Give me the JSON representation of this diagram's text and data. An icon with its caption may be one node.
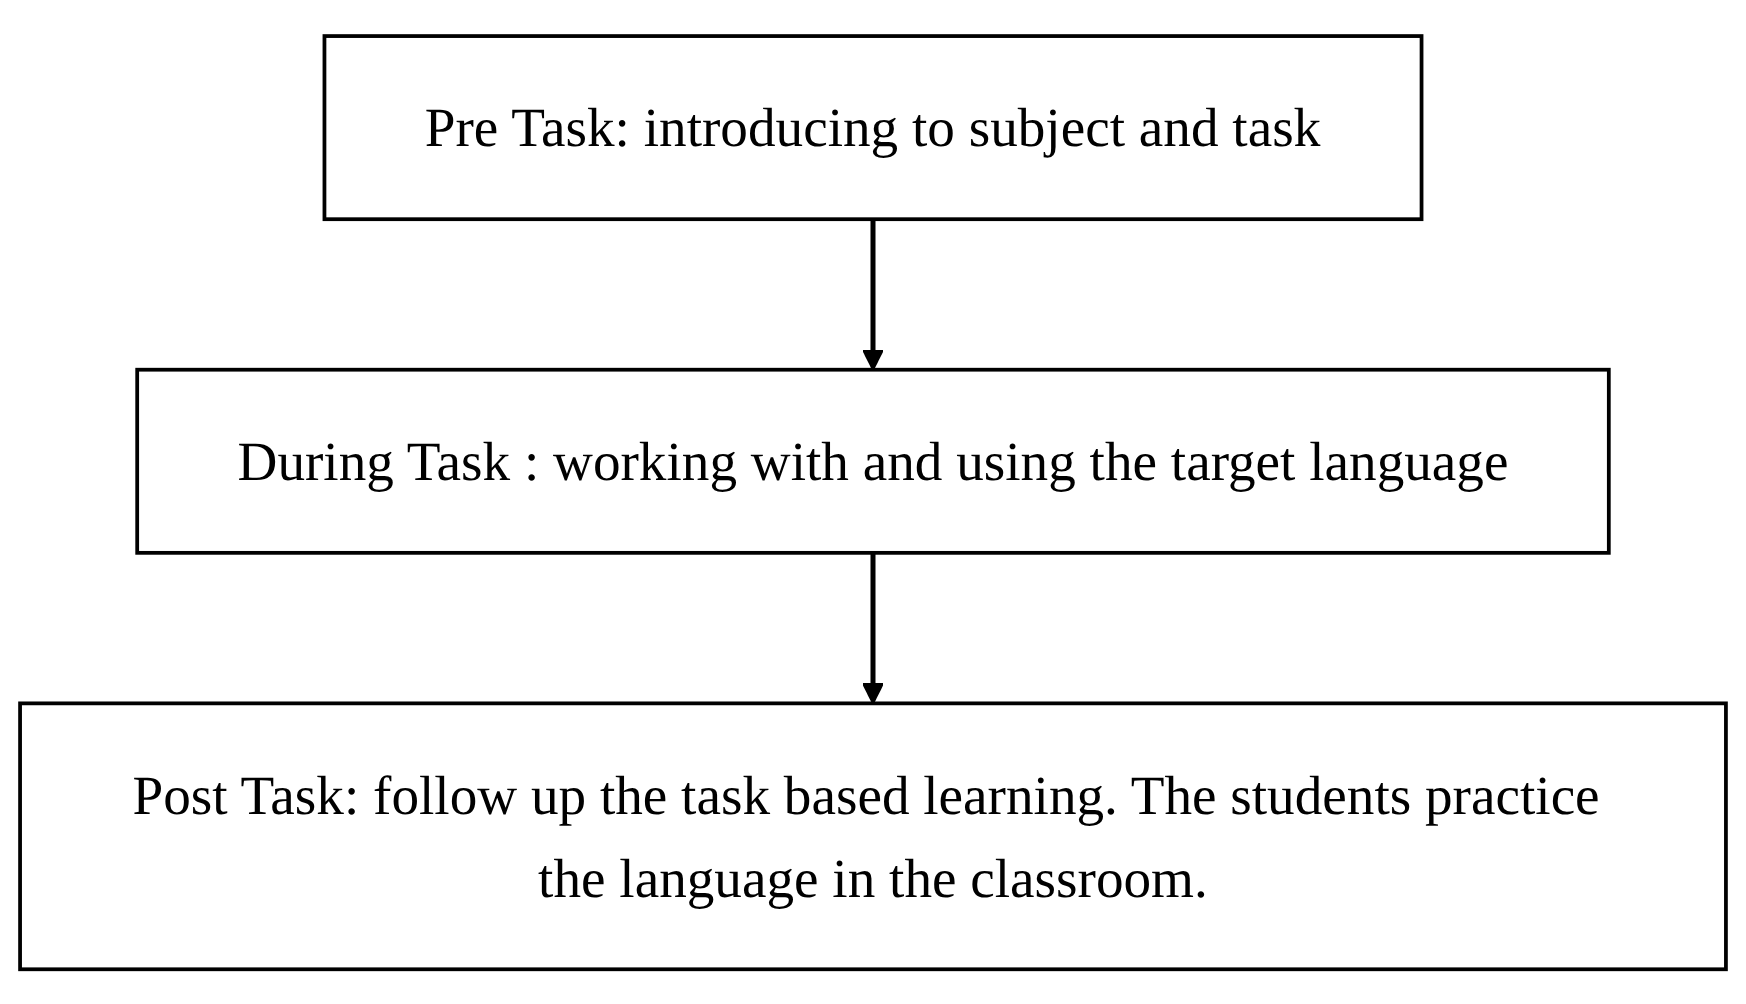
{
  "diagram": {
    "nodes": [
      {
        "text": [
          "Pre Task: introducing to subject and task"
        ]
      },
      {
        "text": [
          "During Task : working with and using the target language"
        ]
      },
      {
        "text": [
          "Post Task: follow up the task based learning. The students practice the language in the classroom."
        ]
      }
    ],
    "edges": [
      {
        "from": 0,
        "to": 1,
        "arrow": "to"
      },
      {
        "from": 1,
        "to": 2,
        "arrow": "to"
      }
    ]
  }
}
